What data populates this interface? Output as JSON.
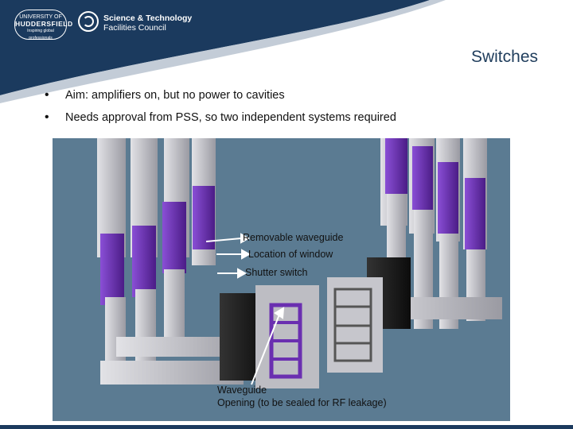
{
  "header": {
    "university_logo_lines": [
      "UNIVERSITY OF",
      "HUDDERSFIELD",
      "Inspiring global professionals"
    ],
    "org_name_line1": "Science & Technology",
    "org_name_line2": "Facilities Council"
  },
  "slide": {
    "title": "Switches",
    "bullets": [
      "Aim: amplifiers on, but no power to cavities",
      "Needs approval from PSS, so two independent systems required"
    ]
  },
  "figure": {
    "callouts": {
      "removable_waveguide": "Removable waveguide",
      "location_of_window": "Location of window",
      "shutter_switch": "Shutter switch",
      "waveguide": "Waveguide",
      "opening": "Opening (to be sealed for RF leakage)"
    }
  },
  "colors": {
    "banner": "#1b3a5e",
    "title": "#1f3d5c",
    "figure_background": "#5b7b92",
    "amplifier_purple": "#6a2fb0",
    "waveguide_grey": "#c8c8cc"
  }
}
